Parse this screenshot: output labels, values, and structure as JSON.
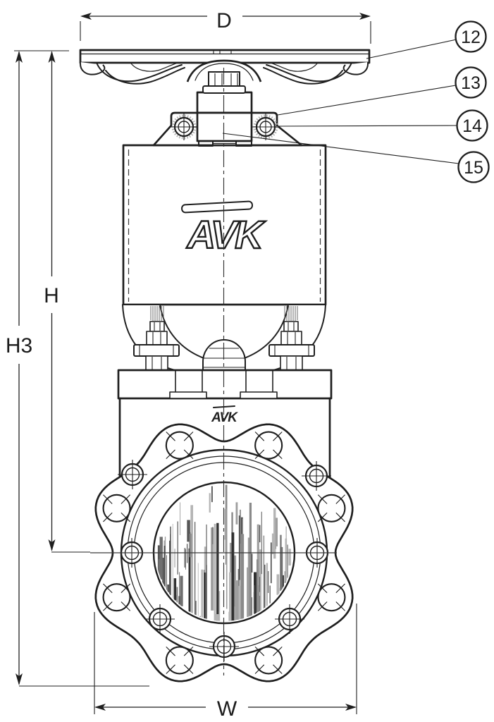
{
  "drawing": {
    "brand": "AVK",
    "type_label": "knife-gate-valve-handwheel-drawing",
    "dimensions": {
      "d": "D",
      "h": "H",
      "h3": "H3",
      "w": "W"
    },
    "callouts": [
      {
        "number": "12",
        "target": "handwheel"
      },
      {
        "number": "13",
        "target": "yoke-top-plate"
      },
      {
        "number": "14",
        "target": "yoke-bolt"
      },
      {
        "number": "15",
        "target": "stem-nut"
      }
    ],
    "colors": {
      "line": "#1f1f1f",
      "background": "#ffffff",
      "hatch_gray": "#808080"
    }
  }
}
